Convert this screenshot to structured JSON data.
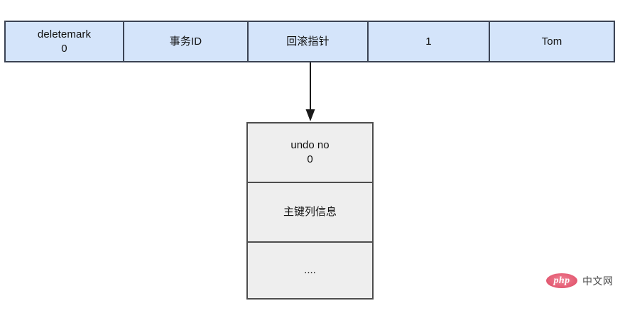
{
  "diagram": {
    "record_row": {
      "name": "record-row",
      "fill_color": "#d4e4fa",
      "border_color": "#3b4354",
      "cells": [
        {
          "label": "deletemark",
          "sub": "0"
        },
        {
          "label": "事务ID",
          "sub": ""
        },
        {
          "label": "回滚指针",
          "sub": ""
        },
        {
          "label": "1",
          "sub": ""
        },
        {
          "label": "Tom",
          "sub": ""
        }
      ]
    },
    "connector": {
      "name": "arrow-down",
      "from": "回滚指针",
      "to": "undo no 0",
      "color": "#1a1a1a"
    },
    "undo_box": {
      "name": "undo-log-record",
      "fill_color": "#eeeeee",
      "border_color": "#4d4d4d",
      "cells": [
        {
          "label": "undo no",
          "sub": "0"
        },
        {
          "label": "主键列信息",
          "sub": ""
        },
        {
          "label": "....",
          "sub": ""
        }
      ]
    }
  },
  "watermark": {
    "badge_text": "php",
    "text": "中文网",
    "badge_color": "#d63a55"
  }
}
